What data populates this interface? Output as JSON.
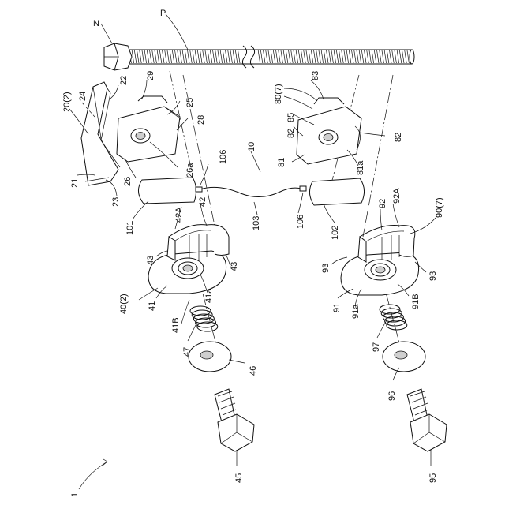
{
  "figure": {
    "labels": {
      "N": "N",
      "P": "P",
      "l20": "20(2)",
      "l24": "24",
      "l22": "22",
      "l29": "29",
      "l25": "25",
      "l28": "28",
      "l26a": "26a",
      "l21": "21",
      "l23": "23",
      "l26": "26",
      "l106a": "106",
      "l10": "10",
      "l80": "80(7)",
      "l83": "83",
      "l85": "85",
      "l82a": "82",
      "l82b": "82",
      "l81": "81",
      "l81a": "81a",
      "l42A": "42A",
      "l42": "42",
      "l101": "101",
      "l103": "103",
      "l106b": "106",
      "l102": "102",
      "l92": "92",
      "l92A": "92A",
      "l90": "90(7)",
      "l43a": "43",
      "l43b": "43",
      "l93a": "93",
      "l93b": "93",
      "l40": "40(2)",
      "l41": "41",
      "l41a": "41a",
      "l41B": "41B",
      "l91": "91",
      "l91a": "91a",
      "l91B": "91B",
      "l47": "47",
      "l46": "46",
      "l97": "97",
      "l96": "96",
      "l45": "45",
      "l95": "95",
      "l1": "1"
    }
  }
}
